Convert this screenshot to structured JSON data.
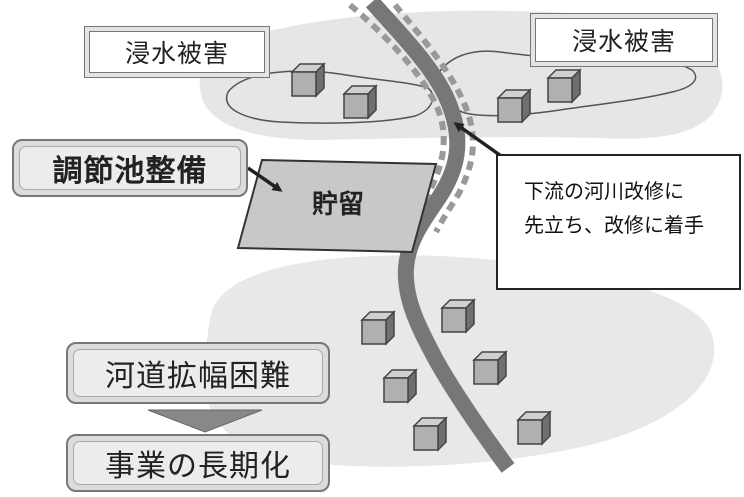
{
  "flood_labels": {
    "left": "浸水被害",
    "right": "浸水被害"
  },
  "pond_label": "調節池整備",
  "storage_label": "貯留",
  "callout": {
    "line1": "下流の河川改修に",
    "line2": "先立ち、改修に着手"
  },
  "problem": "河道拡幅困難",
  "result": "事業の長期化",
  "colors": {
    "river": "#777777",
    "flood_area": "#e9e9e9",
    "pond": "#c8c8c8",
    "house_front": "#b0b0b0",
    "house_side": "#6f6f6f",
    "house_top": "#d0d0d0"
  }
}
